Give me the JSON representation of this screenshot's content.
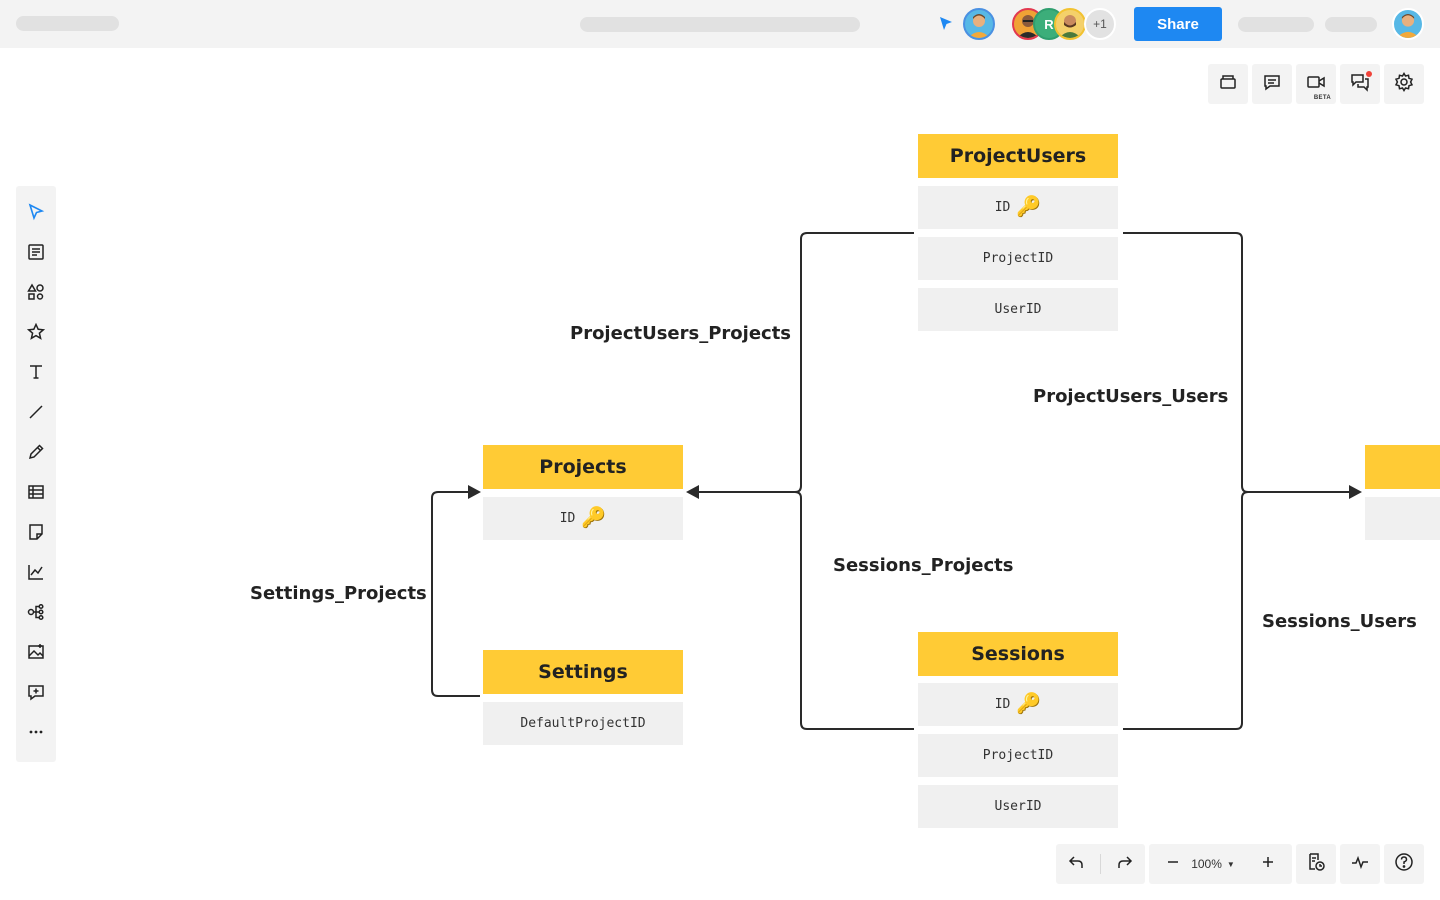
{
  "header": {
    "share_label": "Share",
    "extra_collaborators": "+1",
    "collaborator_initial": "R"
  },
  "right_tools": {
    "video_badge": "BETA"
  },
  "bottom": {
    "zoom": "100%"
  },
  "diagram": {
    "entities": {
      "project_users": {
        "title": "ProjectUsers",
        "fields": [
          "ID",
          "ProjectID",
          "UserID"
        ]
      },
      "projects": {
        "title": "Projects",
        "fields": [
          "ID"
        ]
      },
      "settings": {
        "title": "Settings",
        "fields": [
          "DefaultProjectID"
        ]
      },
      "sessions": {
        "title": "Sessions",
        "fields": [
          "ID",
          "ProjectID",
          "UserID"
        ]
      }
    },
    "relationships": {
      "project_users_projects": "ProjectUsers_Projects",
      "project_users_users": "ProjectUsers_Users",
      "sessions_projects": "Sessions_Projects",
      "settings_projects": "Settings_Projects",
      "sessions_users": "Sessions_Users"
    }
  },
  "colors": {
    "entity_header": "#ffcb35",
    "entity_field": "#f0f0f0",
    "share_button": "#1e88f2",
    "toolbar_bg": "#f3f3f3"
  }
}
